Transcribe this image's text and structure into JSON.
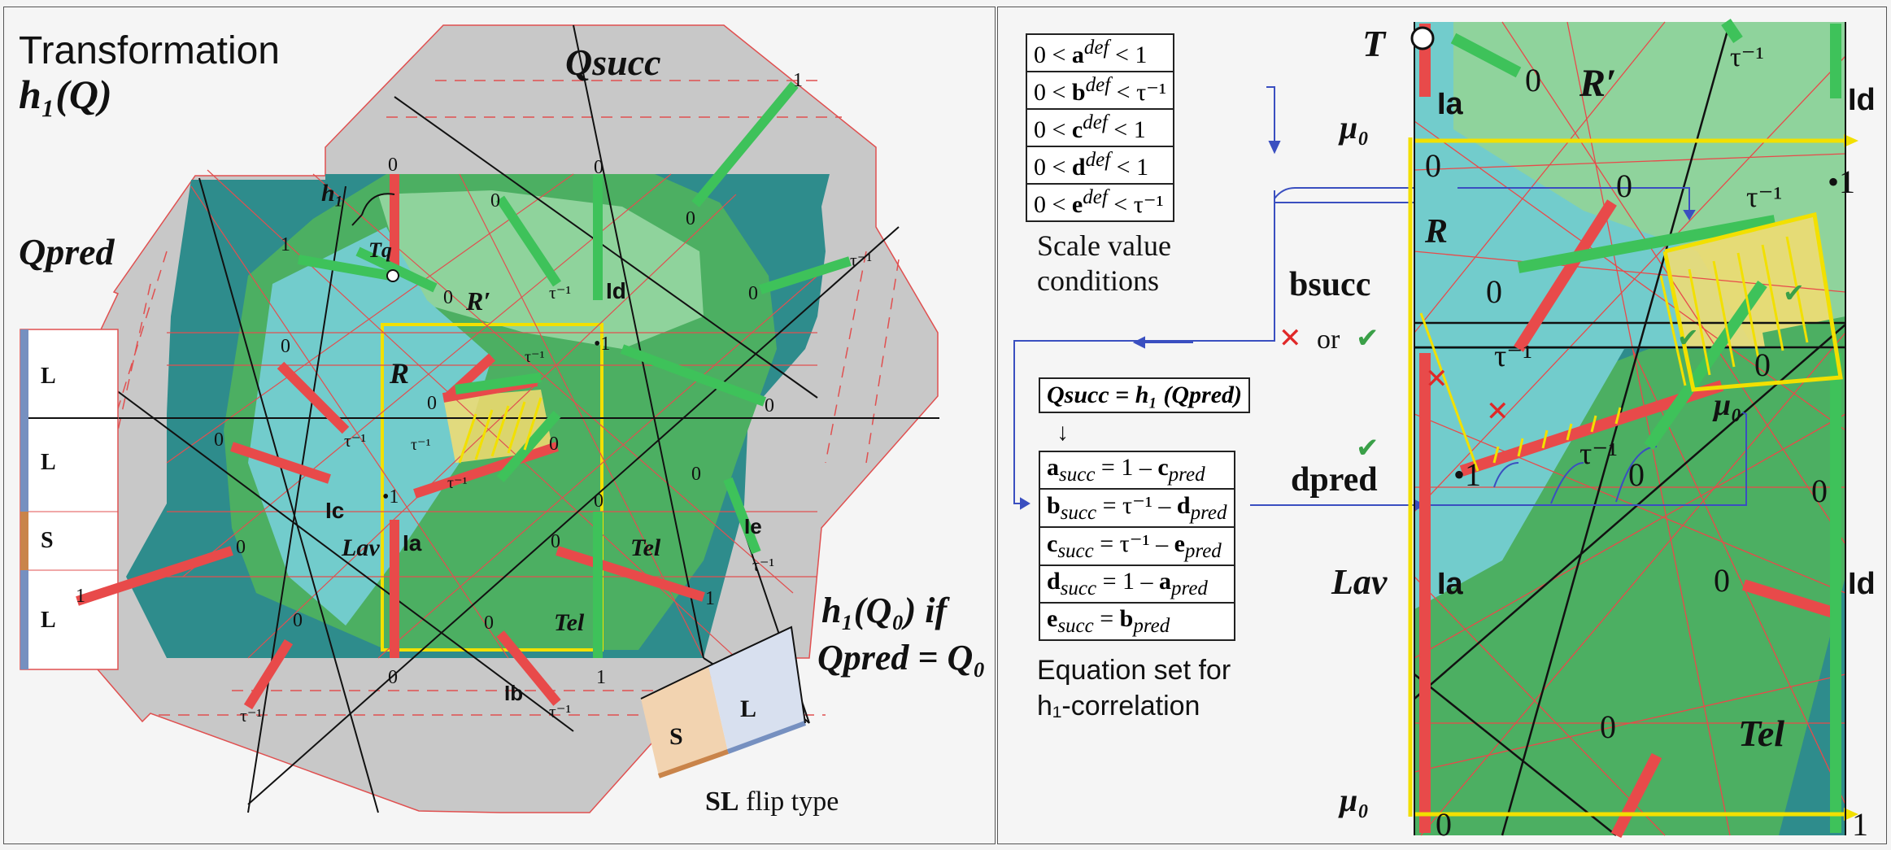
{
  "left": {
    "title_line1": "Transformation",
    "title_line2": "h₁(Q)",
    "q_pred": "Qpred",
    "q_succ": "Qsucc",
    "h1_label": "h₁",
    "tq_label": "Tq",
    "r_label": "R",
    "rprime_label": "R′",
    "lav_label": "Lav",
    "tel_label": "Tel",
    "ia": "Ia",
    "ib": "Ib",
    "ic": "Ic",
    "id": "Id",
    "ie": "Ie",
    "zero": "0",
    "one": "1",
    "tau_inv": "τ⁻¹",
    "dot_one": "•1",
    "h1q0_line1": "h₁(Q₀) if",
    "h1q0_line2": "Qpred = Q₀",
    "strip_labels": [
      "L",
      "L",
      "S",
      "L"
    ],
    "sl_s": "S",
    "sl_l": "L",
    "sl_caption_bold": "SL",
    "sl_caption_rest": " flip type"
  },
  "right": {
    "conditions": [
      "0 < adef < 1",
      "0 < bdef < τ⁻¹",
      "0 < cdef < 1",
      "0 < ddef < 1",
      "0 < edef < τ⁻¹"
    ],
    "conditions_parts": [
      {
        "v": "a",
        "lim": "1"
      },
      {
        "v": "b",
        "lim": "τ⁻¹"
      },
      {
        "v": "c",
        "lim": "1"
      },
      {
        "v": "d",
        "lim": "1"
      },
      {
        "v": "e",
        "lim": "τ⁻¹"
      }
    ],
    "scale_caption_1": "Scale value",
    "scale_caption_2": "conditions",
    "qsucc_eq": "Qsucc = h₁ (Qpred)",
    "arrow_down": "↓",
    "equations": [
      {
        "lhs": "a",
        "rhs_const": "1",
        "op": "–",
        "rhs_var": "c"
      },
      {
        "lhs": "b",
        "rhs_const": "τ⁻¹",
        "op": "–",
        "rhs_var": "d"
      },
      {
        "lhs": "c",
        "rhs_const": "τ⁻¹",
        "op": "–",
        "rhs_var": "e"
      },
      {
        "lhs": "d",
        "rhs_const": "1",
        "op": "–",
        "rhs_var": "a"
      },
      {
        "lhs": "e",
        "rhs_const": "",
        "op": "",
        "rhs_var": "b"
      }
    ],
    "eq_caption_1": "Equation set for",
    "eq_caption_2": "h₁-correlation",
    "b_succ": "bsucc",
    "or_text": "or",
    "d_pred": "dpred",
    "t_label": "T",
    "mu0": "μ₀",
    "r_label": "R",
    "rprime_label": "R′",
    "lav_label": "Lav",
    "tel_label": "Tel",
    "ia": "Ia",
    "id": "Id",
    "zero": "0",
    "one": "1",
    "tau_inv": "τ⁻¹",
    "dot_one": "•1",
    "cross": "✕",
    "check": "✔"
  },
  "colors": {
    "gray": "#c8c8c8",
    "teal_dark": "#2e8c8c",
    "teal_light": "#72cccc",
    "green": "#4caf62",
    "green_light": "#8fd39c",
    "red": "#e84a4a",
    "yellow": "#f2e000",
    "blue_strip": "#7690c0",
    "orange_strip": "#c9844a",
    "blue_arrow": "#3a4fc0"
  }
}
